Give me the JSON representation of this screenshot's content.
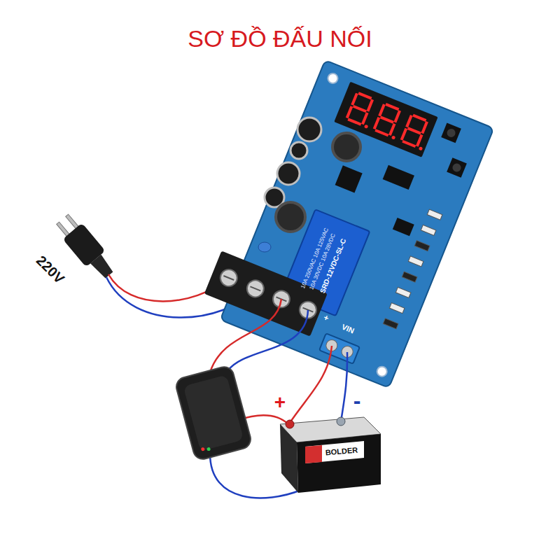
{
  "diagram": {
    "title": "SƠ ĐỒ ĐẤU NỐI",
    "labels": [
      "220V",
      "+",
      "VIN",
      "10A 250VAC 10A 125VAC",
      "10A 30VDC 10A 28VDC",
      "SRD-12VDC-SL-C",
      "+",
      "-",
      "BOLDER"
    ]
  }
}
